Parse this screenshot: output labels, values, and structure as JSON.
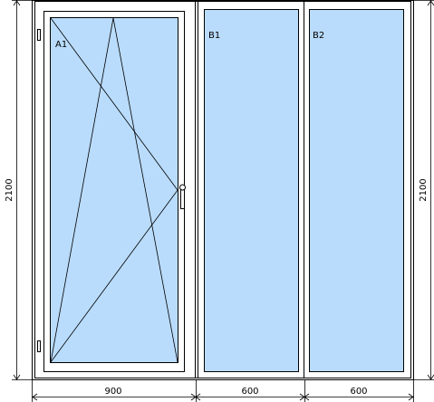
{
  "colors": {
    "background": "#ffffff",
    "frame": "#ffffff",
    "glass": "#b9dcfc",
    "line": "#000000"
  },
  "panes": {
    "a1": {
      "label": "A1",
      "type": "tilt-turn sash"
    },
    "b1": {
      "label": "B1",
      "type": "fixed glazing"
    },
    "b2": {
      "label": "B2",
      "type": "fixed glazing"
    }
  },
  "dimensions": {
    "height_left": "2100",
    "height_right": "2100",
    "width_a": "900",
    "width_b1": "600",
    "width_b2": "600"
  }
}
